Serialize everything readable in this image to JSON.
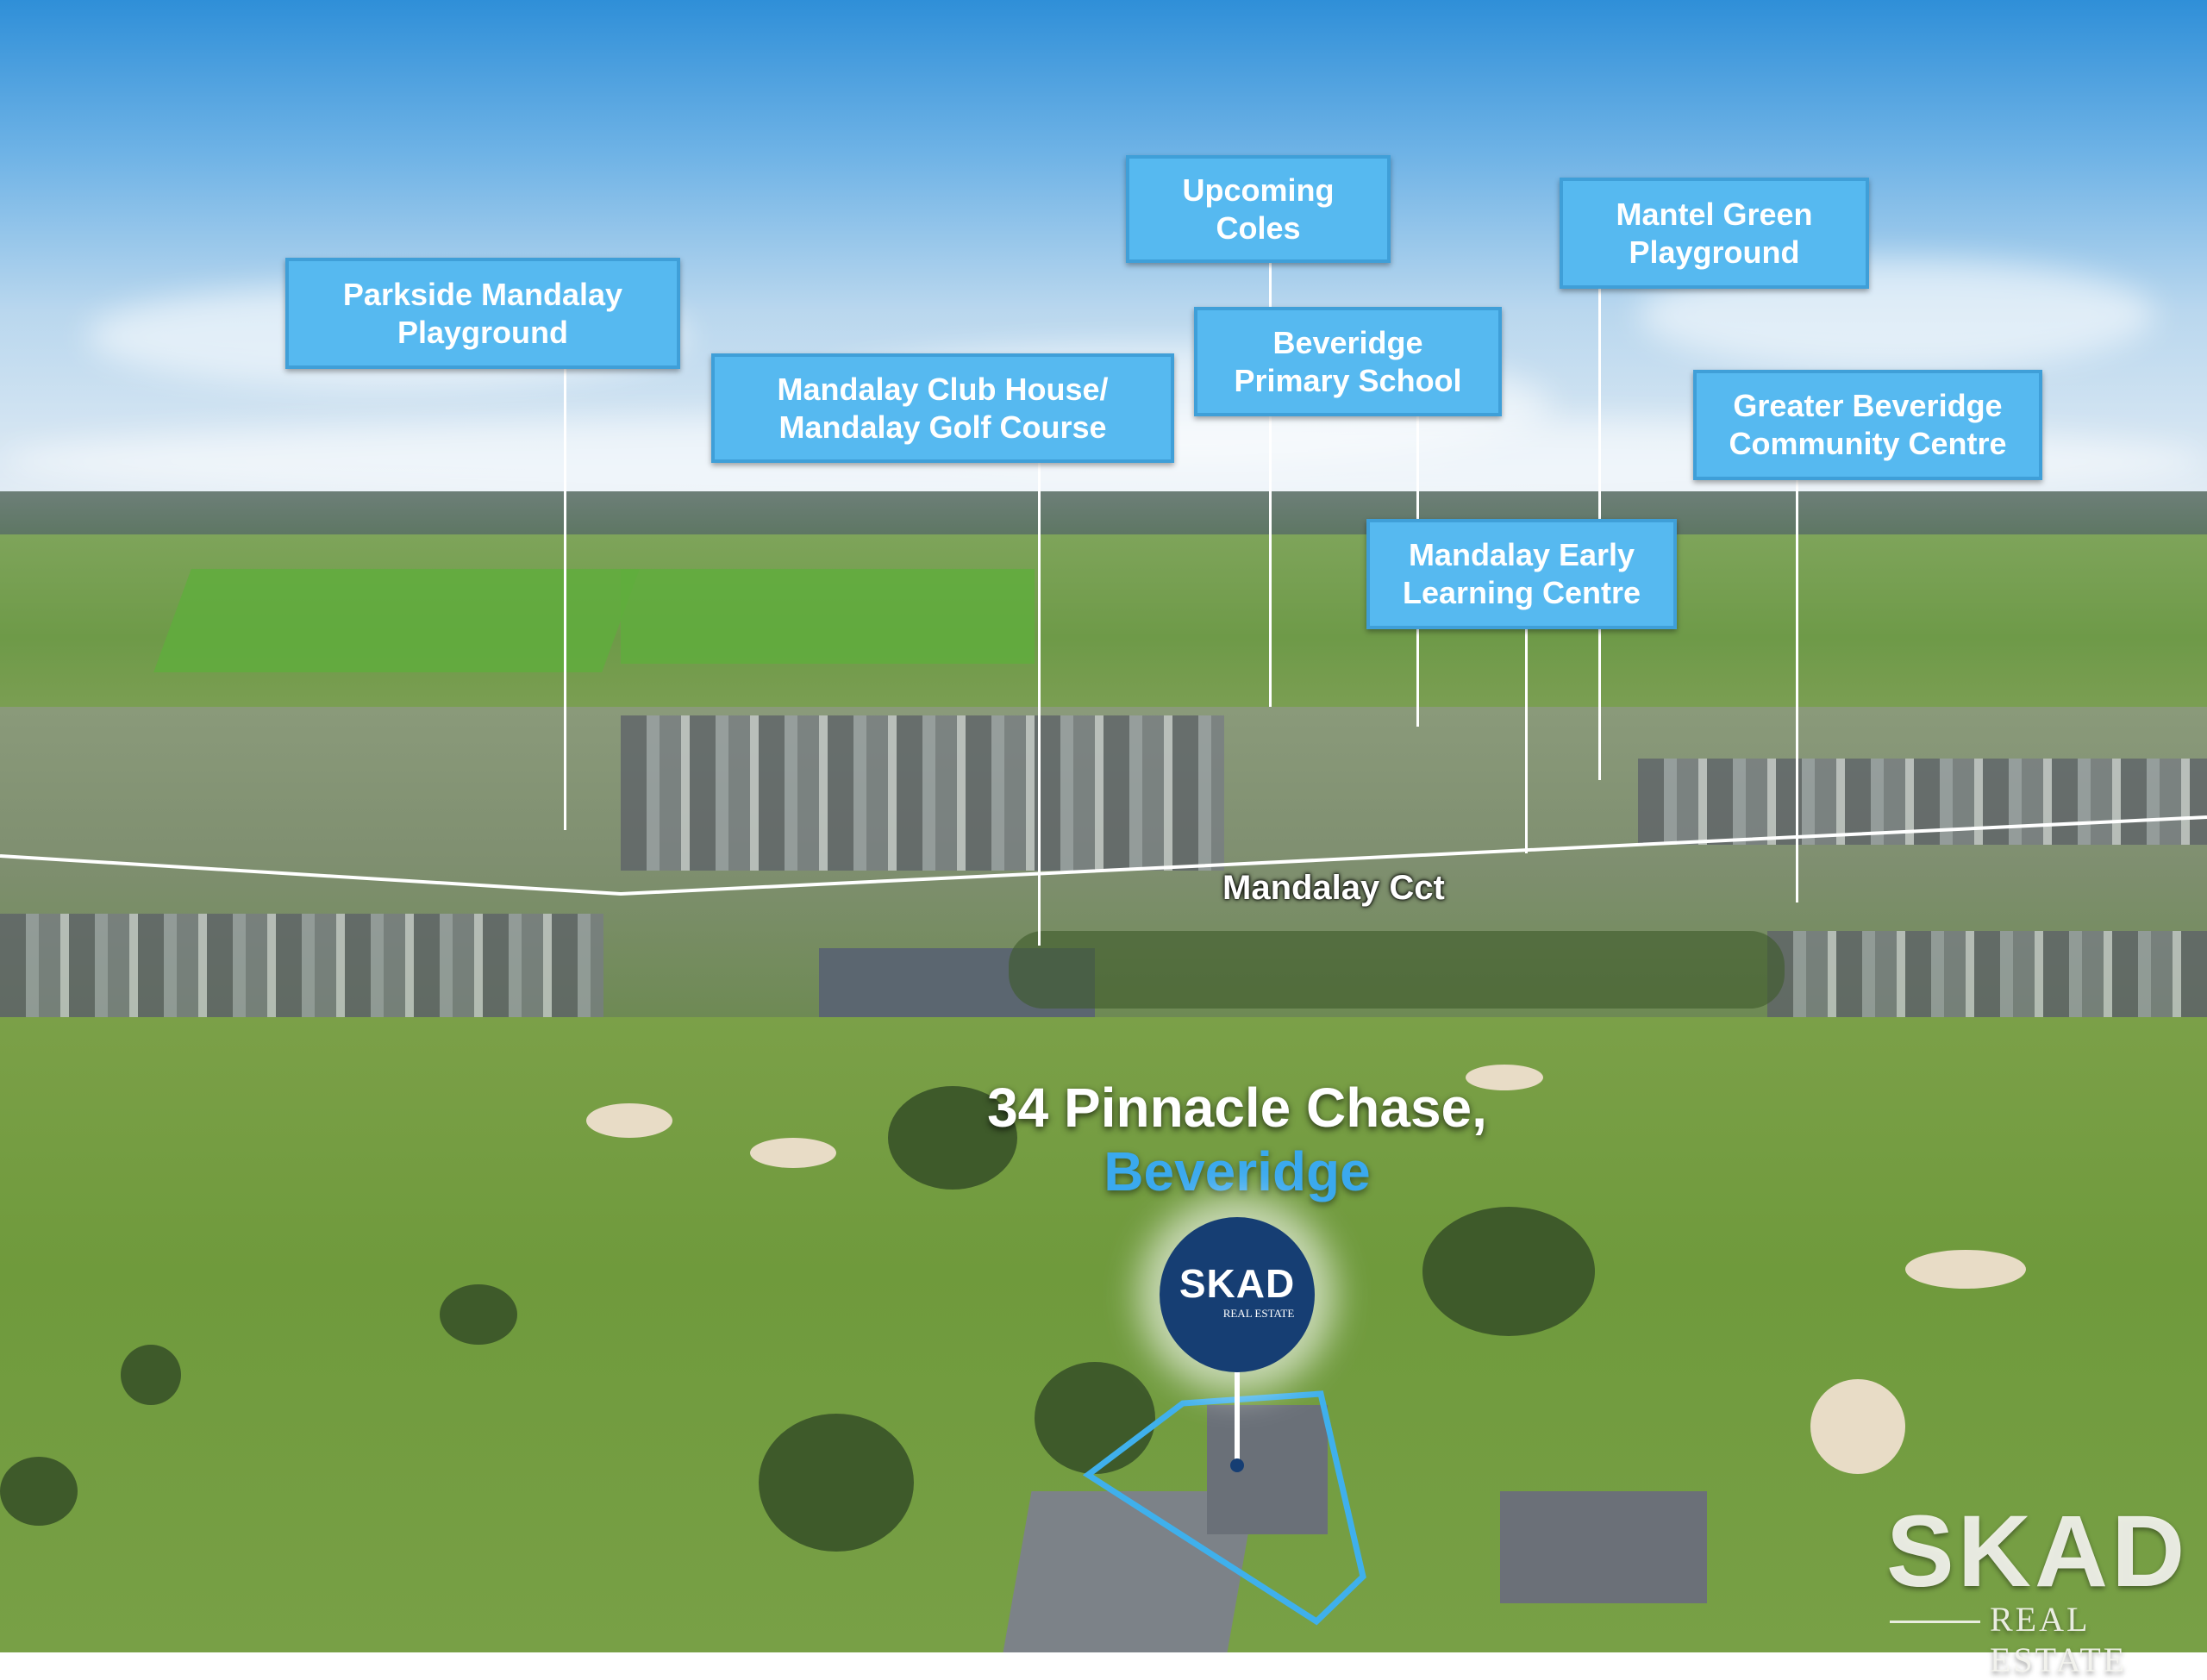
{
  "labels": {
    "parkside": [
      "Parkside Mandalay",
      "Playground"
    ],
    "coles": [
      "Upcoming",
      "Coles"
    ],
    "mantel": [
      "Mantel Green",
      "Playground"
    ],
    "clubhouse": [
      "Mandalay Club House/",
      "Mandalay Golf Course"
    ],
    "school": [
      "Beveridge",
      "Primary School"
    ],
    "community": [
      "Greater Beveridge",
      "Community Centre"
    ],
    "early_learning": [
      "Mandalay Early",
      "Learning Centre"
    ]
  },
  "road_label": "Mandalay Cct",
  "address": {
    "line1": "34 Pinnacle Chase,",
    "line2": "Beveridge"
  },
  "logo": {
    "name": "SKAD",
    "tagline": "REAL ESTATE"
  },
  "watermark": {
    "name": "SKAD",
    "tagline": "REAL ESTATE"
  },
  "colors": {
    "label_bg": "#56b9f0",
    "accent_blue": "#3aa9ee",
    "logo_navy": "#163e73",
    "outline": "#3fb0ec"
  }
}
